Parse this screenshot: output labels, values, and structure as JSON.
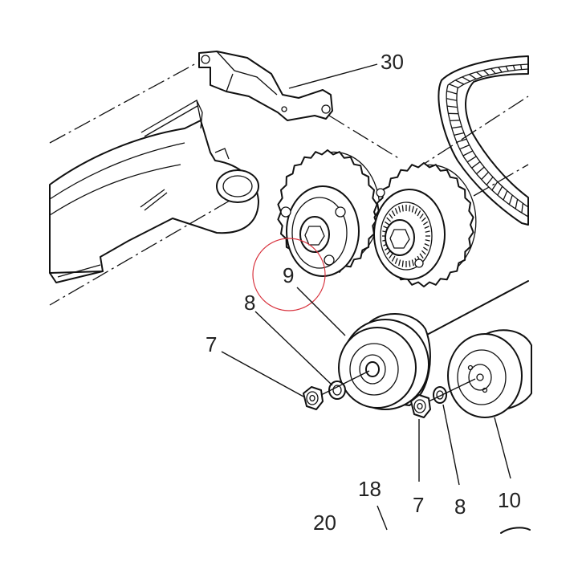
{
  "diagram": {
    "callouts": [
      {
        "id": "30",
        "label": "30"
      },
      {
        "id": "9",
        "label": "9"
      },
      {
        "id": "8a",
        "label": "8"
      },
      {
        "id": "7a",
        "label": "7"
      },
      {
        "id": "7b",
        "label": "7"
      },
      {
        "id": "8b",
        "label": "8"
      },
      {
        "id": "10",
        "label": "10"
      },
      {
        "id": "18",
        "label": "18"
      },
      {
        "id": "20",
        "label": "20"
      }
    ],
    "highlight_color": "#d8343f",
    "line_color": "#111111"
  }
}
